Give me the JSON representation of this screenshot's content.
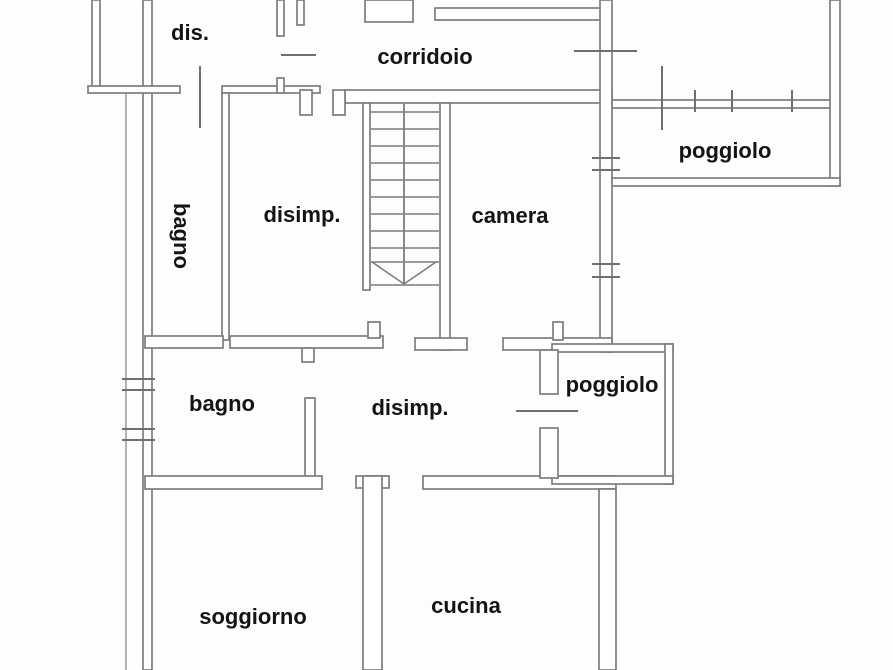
{
  "meta": {
    "type": "apartment floor plan drawing",
    "language": "Italian"
  },
  "rooms": {
    "dis": "dis.",
    "corridoio": "corridoio",
    "poggiolo_top": "poggiolo",
    "bagno_upper": "bagno",
    "disimp_upper": "disimp.",
    "camera": "camera",
    "bagno_lower": "bagno",
    "disimp_lower": "disimp.",
    "poggiolo_mid": "poggiolo",
    "soggiorno": "soggiorno",
    "cucina": "cucina"
  },
  "features": {
    "staircase": "double-run stair with center divider and direction arrow",
    "door_marks": "thin gray tick lines crossing walls",
    "window_marks": "paired short tick lines on exterior walls"
  },
  "colors": {
    "wall_outline": "#7d7d7d",
    "wall_fill": "#ffffff",
    "tick_line": "#6f6f6f",
    "outer_thin_line": "#9a9a9a",
    "text": "#141414",
    "background": "#fdfdfd"
  }
}
